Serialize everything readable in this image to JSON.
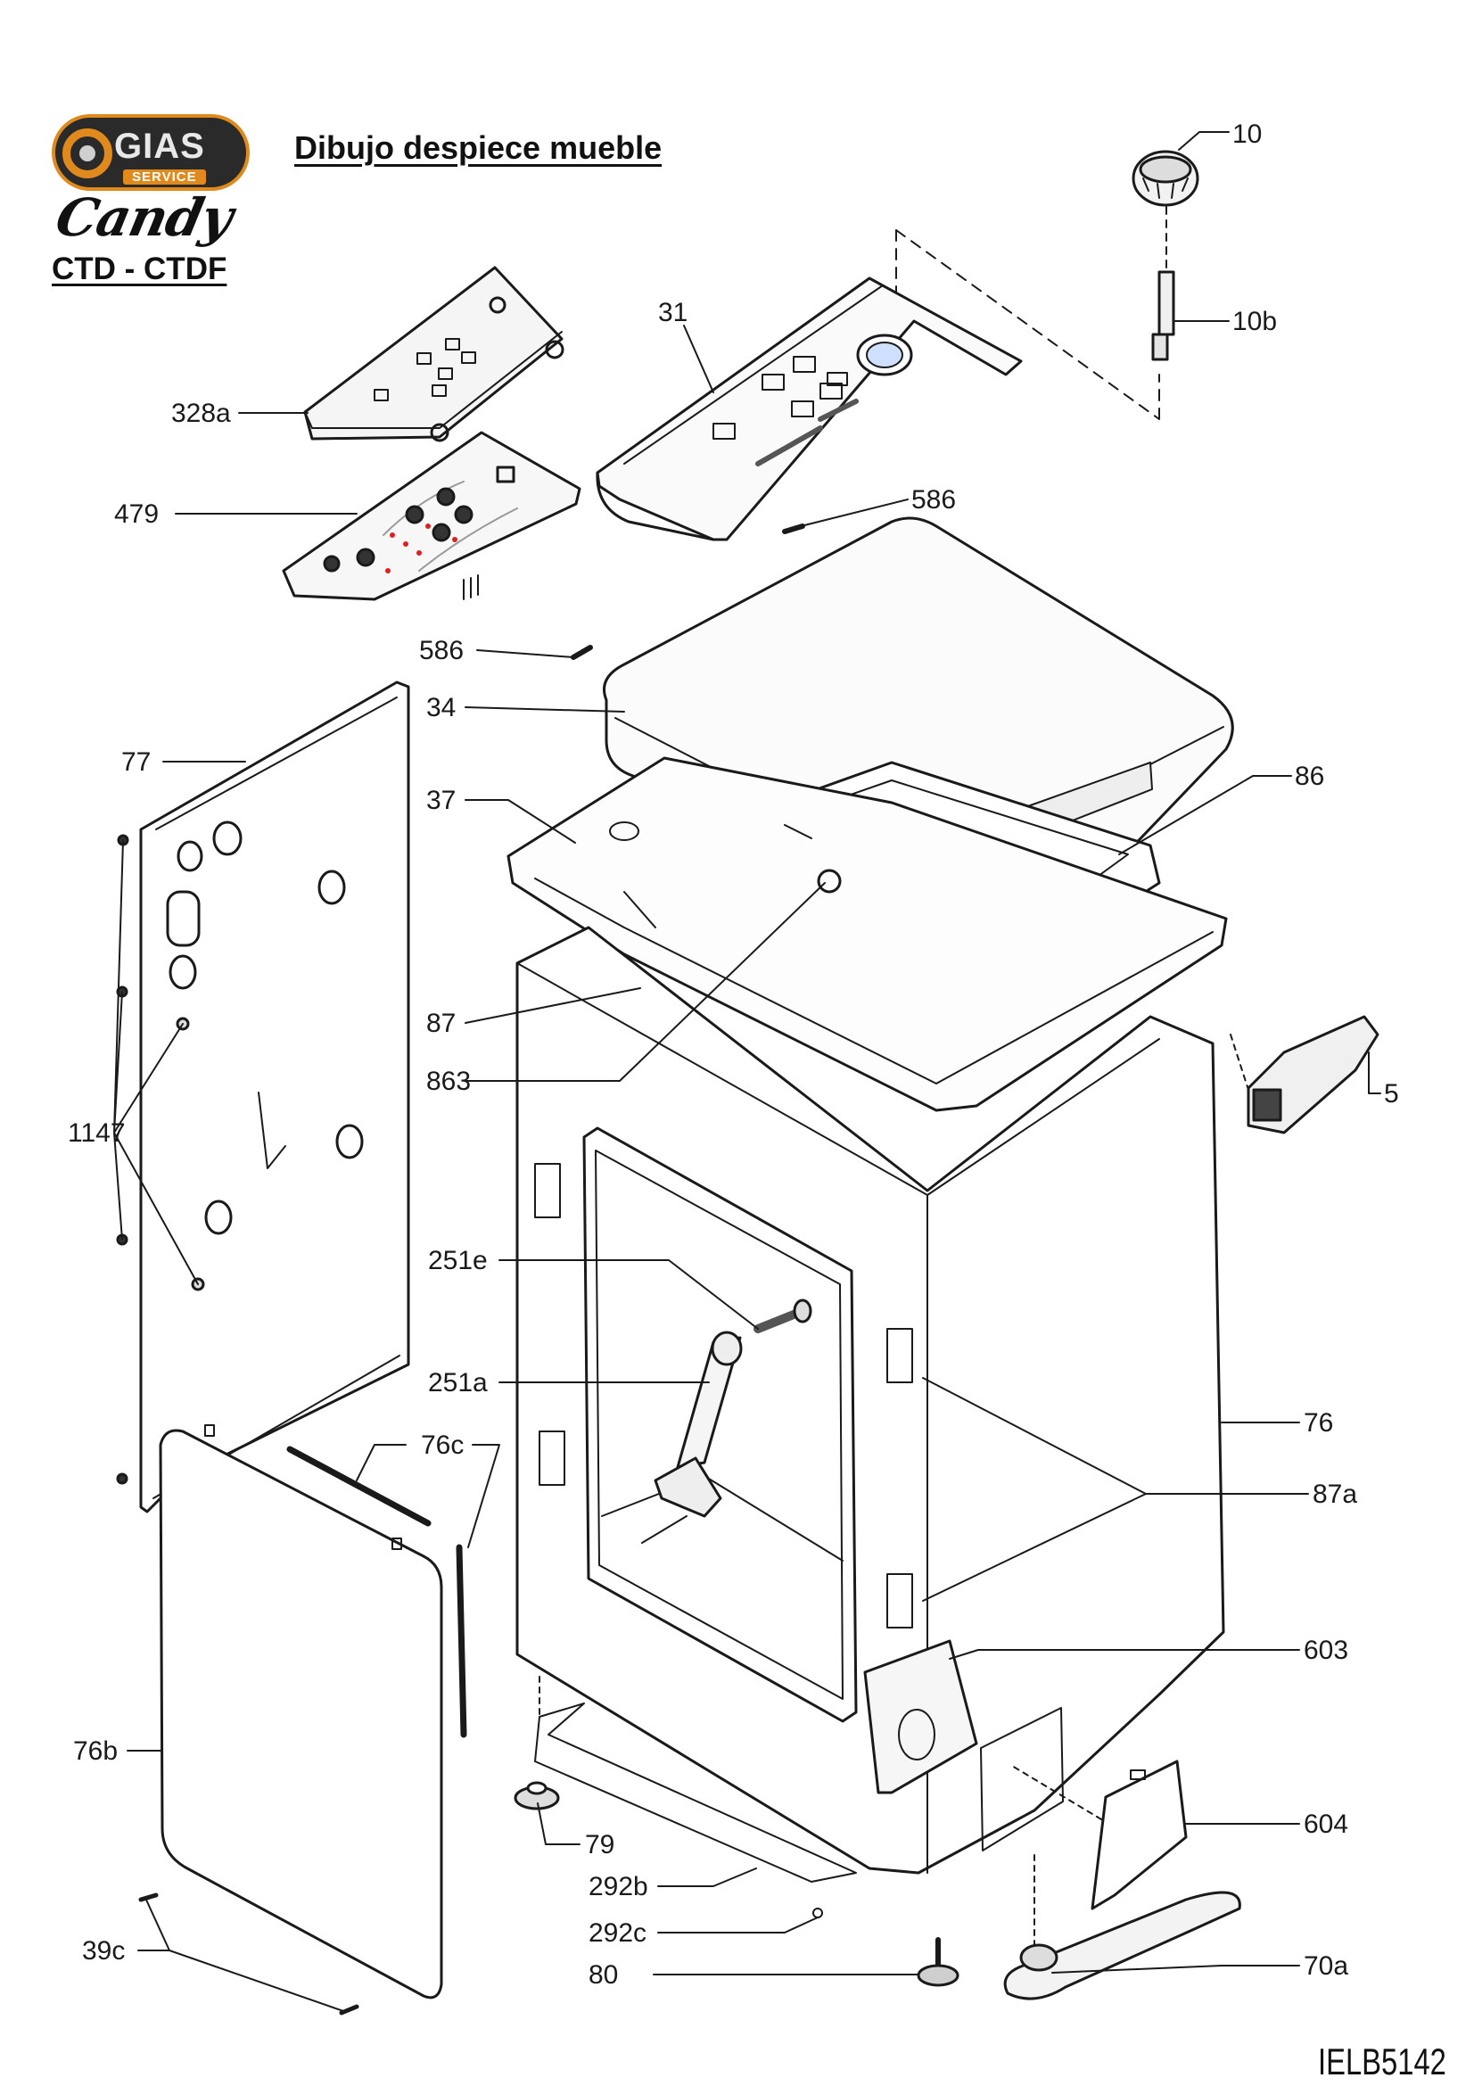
{
  "header": {
    "logo_name": "GIAS",
    "logo_sub": "SERVICE",
    "brand": "Candy",
    "model": "CTD - CTDF",
    "title": "Dibujo despiece mueble"
  },
  "drawing_code": "IELB5142",
  "parts": [
    {
      "label": "10",
      "part": "knob-icon"
    },
    {
      "label": "10b",
      "part": "knob-shaft"
    },
    {
      "label": "31",
      "part": "control-panel"
    },
    {
      "label": "328a",
      "part": "button-panel"
    },
    {
      "label": "479",
      "part": "electronic-board"
    },
    {
      "label": "586",
      "part": "pin"
    },
    {
      "label": "586",
      "part": "pin"
    },
    {
      "label": "34",
      "part": "top-lid"
    },
    {
      "label": "86",
      "part": "lid-frame"
    },
    {
      "label": "77",
      "part": "side-panel"
    },
    {
      "label": "37",
      "part": "top-frame"
    },
    {
      "label": "87",
      "part": "clip"
    },
    {
      "label": "863",
      "part": "ring"
    },
    {
      "label": "5",
      "part": "door-lock"
    },
    {
      "label": "1147",
      "part": "screws"
    },
    {
      "label": "251e",
      "part": "shock-absorber-pin"
    },
    {
      "label": "251a",
      "part": "shock-absorber"
    },
    {
      "label": "76",
      "part": "cabinet"
    },
    {
      "label": "76c",
      "part": "seal-strip"
    },
    {
      "label": "87a",
      "part": "pads"
    },
    {
      "label": "603",
      "part": "filter-housing"
    },
    {
      "label": "604",
      "part": "filter-cover"
    },
    {
      "label": "76b",
      "part": "rear-panel"
    },
    {
      "label": "79",
      "part": "wheel"
    },
    {
      "label": "292b",
      "part": "base-plate"
    },
    {
      "label": "292c",
      "part": "base-screw"
    },
    {
      "label": "39c",
      "part": "panel-screws"
    },
    {
      "label": "80",
      "part": "adjustable-foot"
    },
    {
      "label": "70a",
      "part": "wheel-lever"
    }
  ]
}
